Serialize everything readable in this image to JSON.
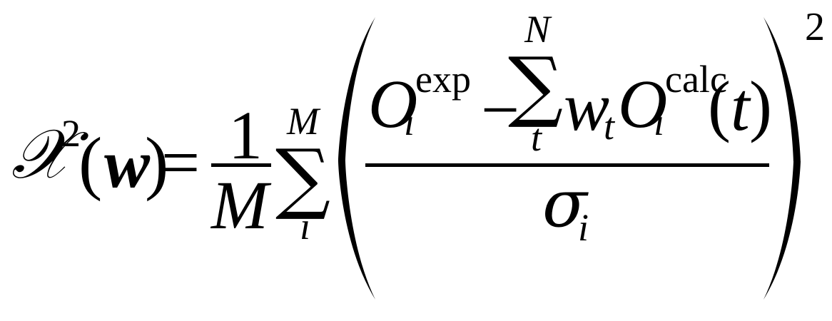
{
  "formula": {
    "chi": "𝒳",
    "chi_exponent": "2",
    "open_paren": "(",
    "weight_vector": "w",
    "close_paren": ")",
    "equals": "=",
    "prefactor_numerator": "1",
    "prefactor_denominator": "M",
    "outer_sum_symbol": "∑",
    "outer_sum_upper": "M",
    "outer_sum_lower": "i",
    "numerator": {
      "observable": "O",
      "obs_subscript": "i",
      "obs_superscript": "exp",
      "minus": "−",
      "inner_sum_symbol": "∑",
      "inner_sum_upper": "N",
      "inner_sum_lower": "t",
      "weight": "w",
      "weight_subscript": "t",
      "calc_observable": "O",
      "calc_subscript": "i",
      "calc_superscript": "calc",
      "arg_open": "(",
      "arg_var": "t",
      "arg_close": ")"
    },
    "denominator": {
      "sigma": "σ",
      "sigma_subscript": "i"
    },
    "outer_exponent": "2"
  },
  "colors": {
    "ink": "#000000",
    "background": "#ffffff"
  }
}
